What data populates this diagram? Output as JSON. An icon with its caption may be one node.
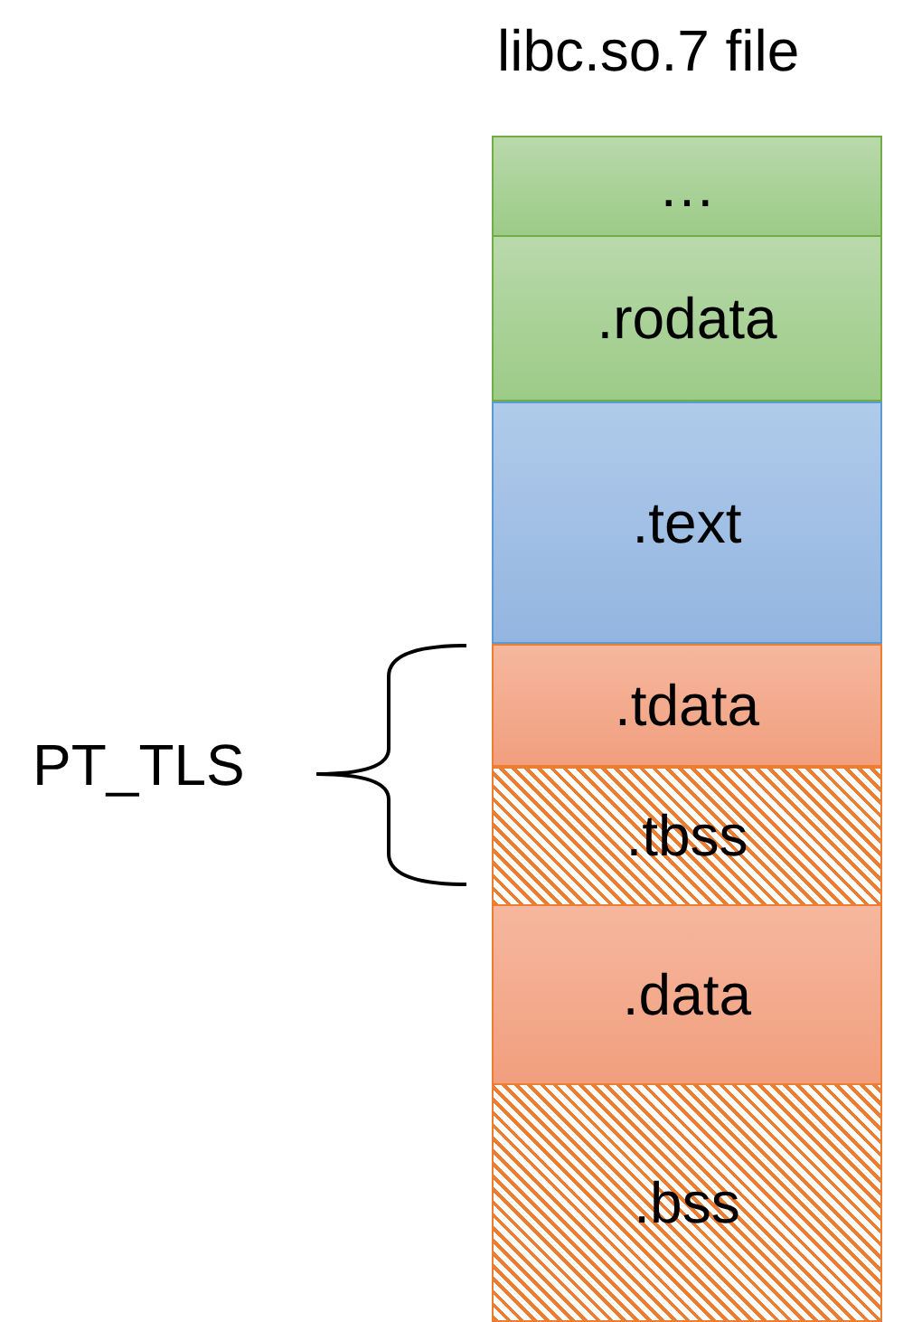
{
  "diagram": {
    "title": "libc.so.7 file",
    "nodes": [
      {
        "text": [
          "…"
        ]
      },
      {
        "text": [
          ".rodata"
        ]
      },
      {
        "text": [
          ".text"
        ]
      },
      {
        "text": [
          ".tdata"
        ]
      },
      {
        "text": [
          ".tbss"
        ]
      },
      {
        "text": [
          ".data"
        ]
      },
      {
        "text": [
          ".bss"
        ]
      }
    ],
    "labels": [
      "PT_TLS"
    ]
  }
}
